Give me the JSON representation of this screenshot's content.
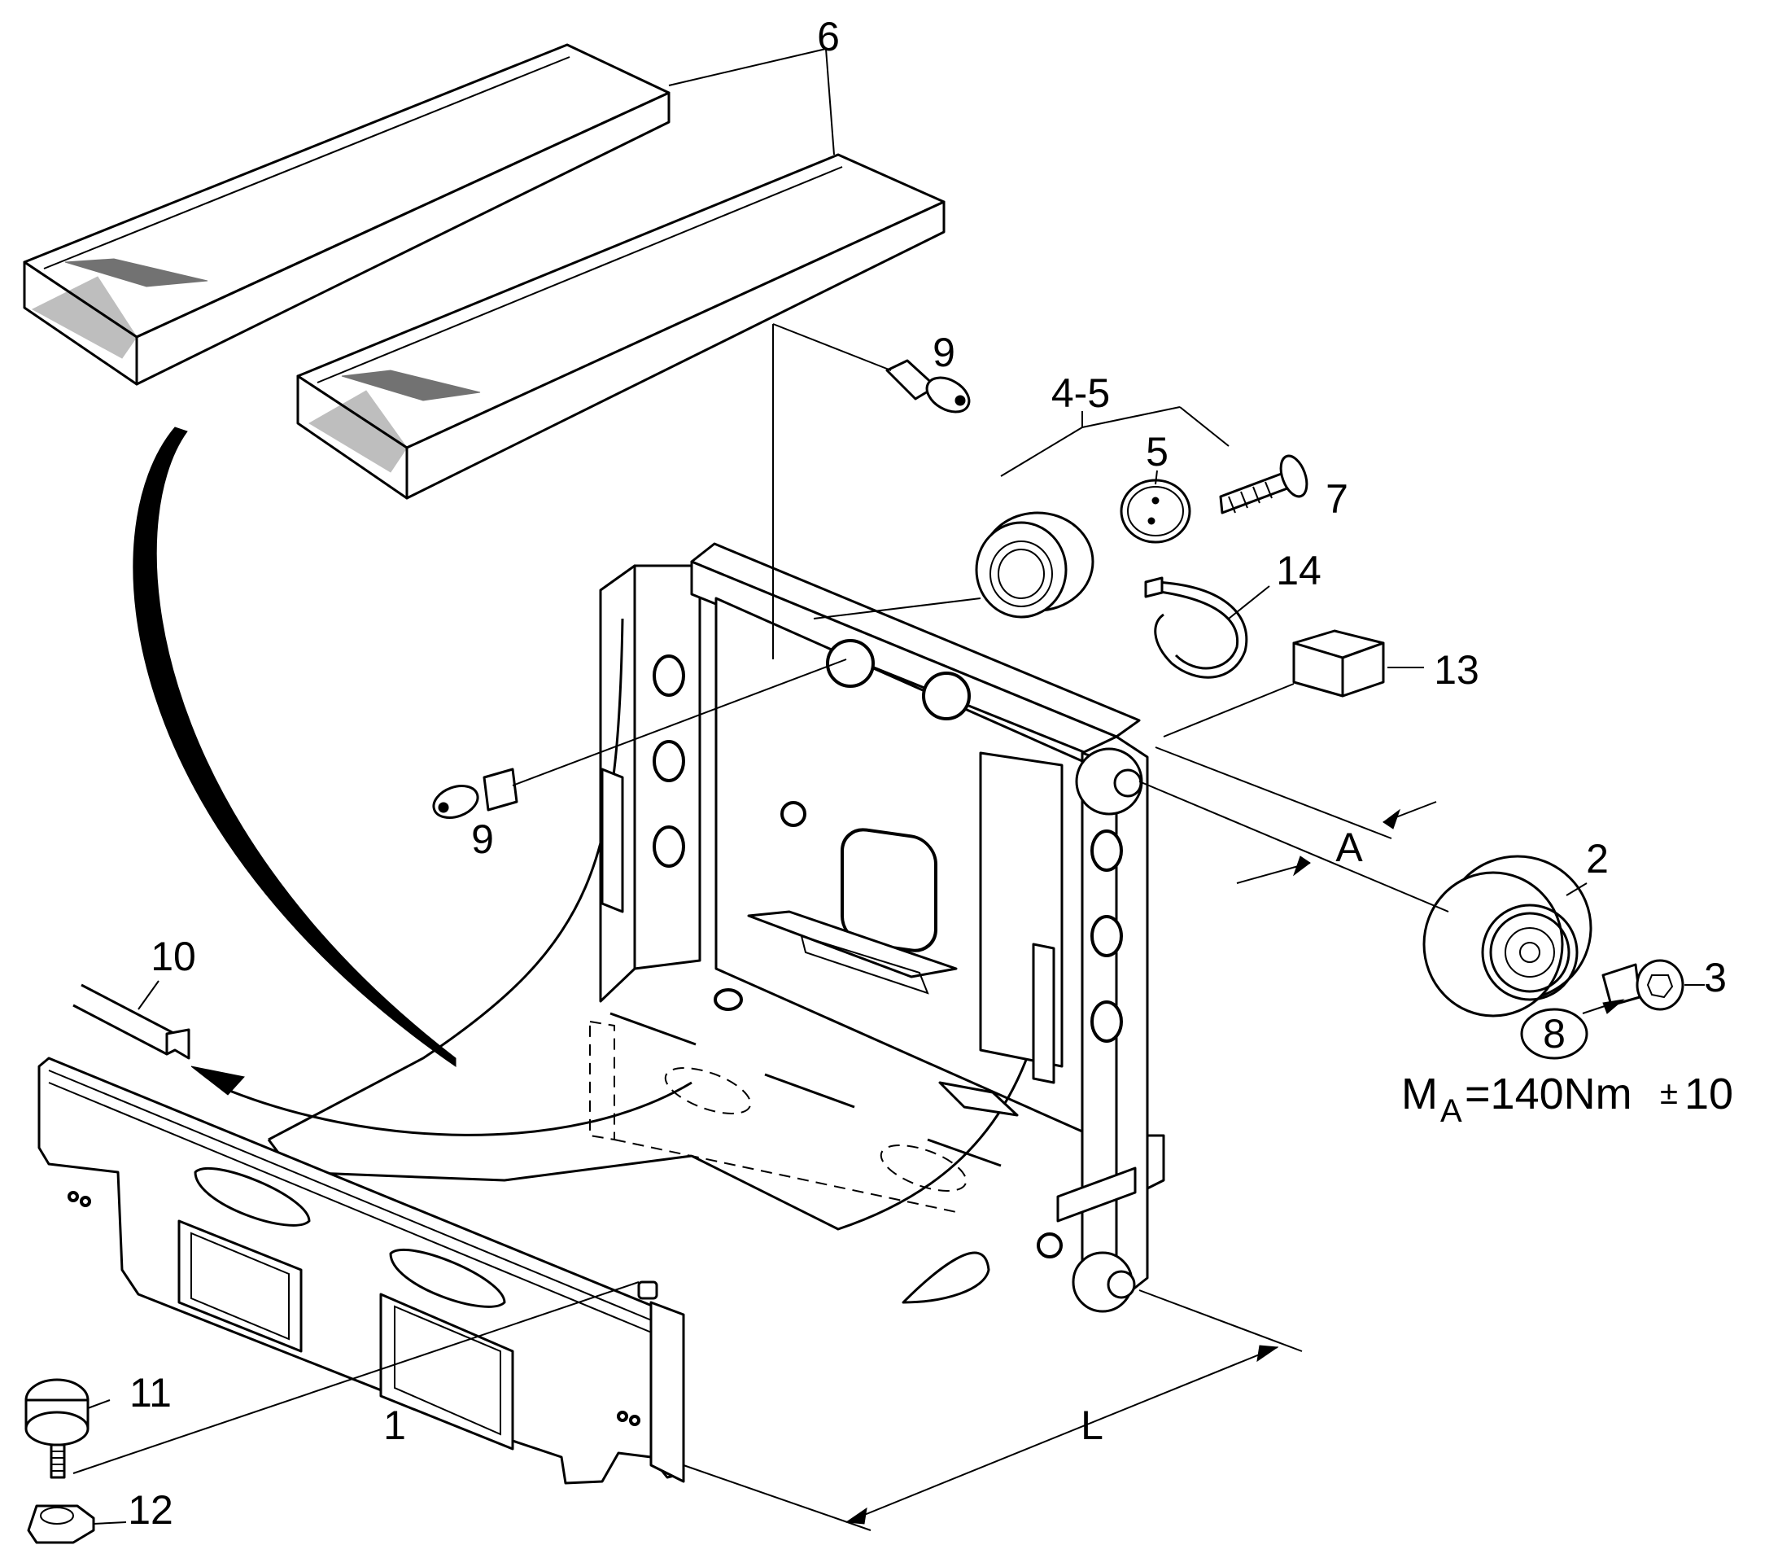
{
  "callouts": {
    "c1": "1",
    "c2": "2",
    "c3": "3",
    "c4_5": "4-5",
    "c5": "5",
    "c6": "6",
    "c7": "7",
    "c8": "8",
    "c9_top": "9",
    "c9_left": "9",
    "c10": "10",
    "c11": "11",
    "c12": "12",
    "c13": "13",
    "c14": "14"
  },
  "dimensions": {
    "a": "A",
    "l": "L"
  },
  "torque": {
    "symbol": "M",
    "subscript": "A",
    "value": "=140Nm",
    "tolerance_sign": "±",
    "tolerance": "10"
  }
}
